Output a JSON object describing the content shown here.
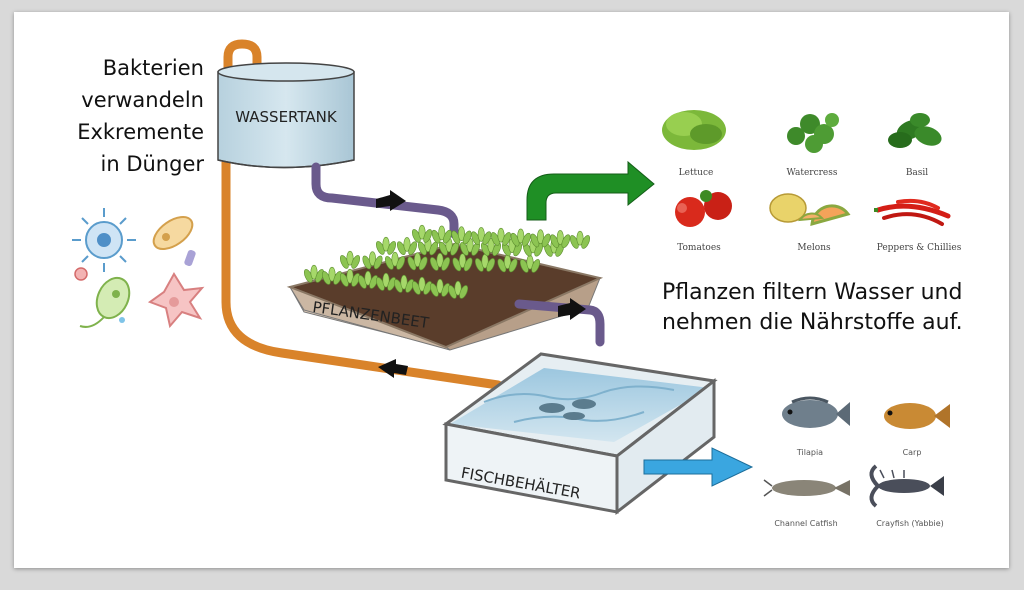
{
  "bacteria_text": [
    "Bakterien",
    "verwandeln",
    "Exkremente",
    "in Dünger"
  ],
  "plants_text": [
    "Pflanzen filtern Wasser und",
    "nehmen die Nährstoffe auf."
  ],
  "labels": {
    "tank": "WASSERTANK",
    "bed": "PFLANZENBEET",
    "fish_tank": "FISCHBEHÄLTER"
  },
  "plants": [
    {
      "name": "Lettuce"
    },
    {
      "name": "Watercress"
    },
    {
      "name": "Basil"
    },
    {
      "name": "Tomatoes"
    },
    {
      "name": "Melons"
    },
    {
      "name": "Peppers & Chillies"
    }
  ],
  "fish": [
    {
      "name": "Tilapia"
    },
    {
      "name": "Carp"
    },
    {
      "name": "Channel Catfish"
    },
    {
      "name": "Crayfish (Yabbie)"
    }
  ],
  "colors": {
    "tank_pipe": "#d9832a",
    "return_pipe": "#6a5a8c",
    "plant_arrow": "#1f8f25",
    "fish_arrow": "#3aa6e0",
    "tank_fill": "#c7dde8",
    "water": "#a9cde0",
    "bed_fill": "#d8c6b4"
  }
}
